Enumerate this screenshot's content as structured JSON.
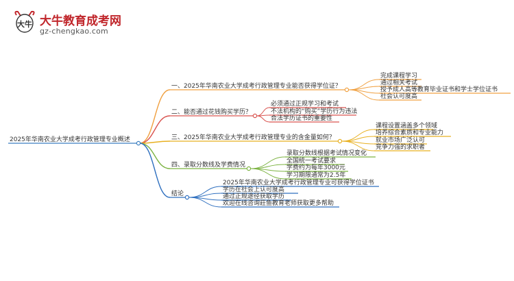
{
  "logo": {
    "title": "大牛教育成考网",
    "url": "gz-chengkao.com",
    "emblem_text": "大牛"
  },
  "root": "2025年华南农业大学成考行政管理专业概述",
  "branches": [
    {
      "label": "一、2025年华南农业大学成考行政管理专业能否获得学位证？",
      "color": "#f0a040",
      "children": [
        "完成课程学习",
        "通过相关考试",
        "授予成人高等教育毕业证书和学士学位证书",
        "社会认可度高"
      ]
    },
    {
      "label": "二、能否通过花钱购买学历？",
      "color": "#d9534f",
      "children": [
        "必须通过正规学习和考试",
        "不法机构的“购买”学历行为违法",
        "合法学历证书的重要性"
      ]
    },
    {
      "label": "三、2025年华南农业大学成考行政管理专业的含金量如何？",
      "color": "#e8b020",
      "children": [
        "课程设置涵盖多个领域",
        "培养综合素质和专业能力",
        "就业市场广泛认可",
        "竞争力强的求职者"
      ]
    },
    {
      "label": "四、录取分数线及学费情况",
      "color": "#7cb342",
      "children": [
        "录取分数线根据考试情况变化",
        "全国统一考试要求",
        "学费约为每年3000元",
        "学习期限通常为2.5年"
      ]
    },
    {
      "label": "结论",
      "color": "#2e6fbf",
      "children": [
        "2025年华南农业大学成考行政管理专业可获得学位证书",
        "学历在社会上认可度高",
        "通过正规途径获取学历",
        "欢迎在线咨询莊鱼教育老师获取更多帮助"
      ]
    }
  ],
  "colors": {
    "root_line": "#3a7ec0",
    "brand_red": "#c0262b"
  }
}
